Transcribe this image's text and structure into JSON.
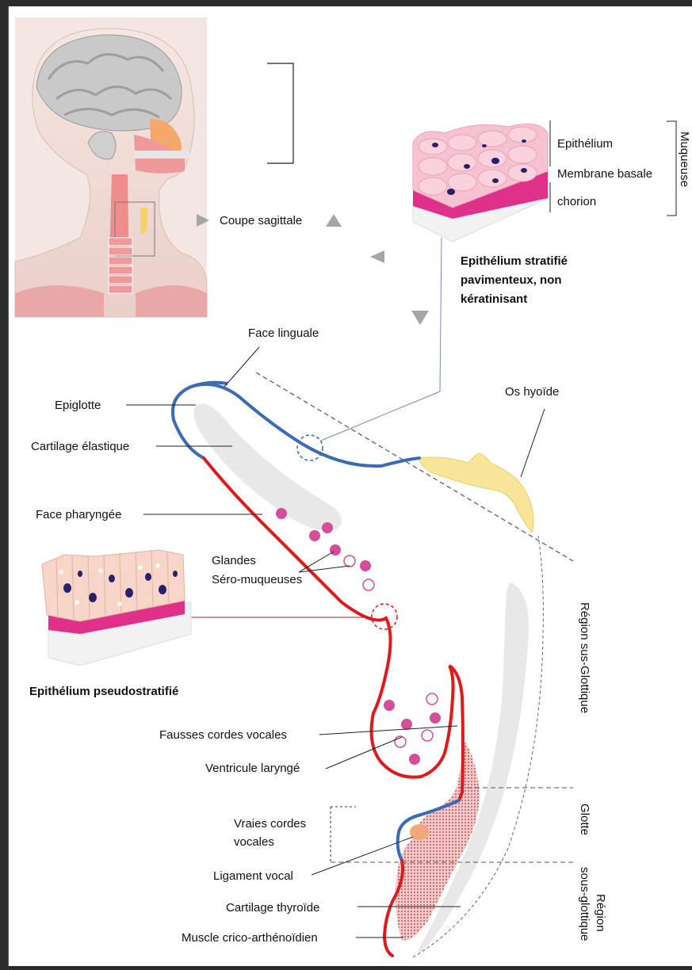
{
  "labels": {
    "epithelium": "Epithélium",
    "basement_membrane": "Membrane basale",
    "chorion": "chorion",
    "mucosa": "Muqueuse",
    "sagittal_section": "Coupe sagittale",
    "stratified_title_1": "Epithélium stratifié",
    "stratified_title_2": "pavimenteux, non",
    "stratified_title_3": "kératinisant",
    "lingual_face": "Face linguale",
    "hyoid": "Os hyoïde",
    "epiglottis": "Epiglotte",
    "elastic_cartilage": "Cartilage élastique",
    "pharyngeal_face": "Face pharyngée",
    "glands_1": "Glandes",
    "glands_2": "Séro-muqueuses",
    "pseudostratified": "Epithélium pseudostratifié",
    "subglottic_region": "Région sus-Glottique",
    "false_cords": "Fausses cordes vocales",
    "ventricle": "Ventricule laryngé",
    "true_cords_1": "Vraies cordes",
    "true_cords_2": "vocales",
    "glottis": "Glotte",
    "vocal_ligament": "Ligament vocal",
    "thyroid_cartilage": "Cartilage thyroïde",
    "region_sub_1": "Région",
    "region_sub_2": "sous-glottique",
    "crico_muscle": "Muscle crico-arthénoïdien"
  },
  "colors": {
    "lingual_blue": "#3b6bb5",
    "pharyngeal_red": "#e0191b",
    "gland_pink": "#d64d9a",
    "basement_magenta": "#e0308a",
    "cartilage_grey": "#e6e6e6",
    "hyoid_yellow": "#f8e59a",
    "muscle_pink": "#d98a8a",
    "ligament_orange": "#f0a878"
  },
  "icons": [
    "head-sagittal-illustration",
    "stratified-epithelium-block",
    "pseudostratified-epithelium-block",
    "gray-arrow-icon"
  ]
}
